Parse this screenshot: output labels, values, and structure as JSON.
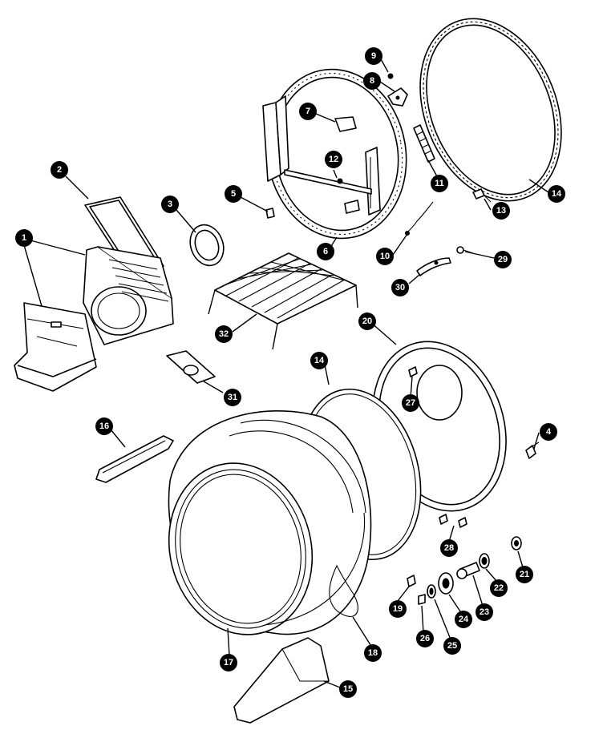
{
  "callouts": [
    {
      "id": "c1",
      "label": "1"
    },
    {
      "id": "c2",
      "label": "2"
    },
    {
      "id": "c3",
      "label": "3"
    },
    {
      "id": "c4",
      "label": "4"
    },
    {
      "id": "c5",
      "label": "5"
    },
    {
      "id": "c6",
      "label": "6"
    },
    {
      "id": "c7",
      "label": "7"
    },
    {
      "id": "c8",
      "label": "8"
    },
    {
      "id": "c9",
      "label": "9"
    },
    {
      "id": "c10",
      "label": "10"
    },
    {
      "id": "c11",
      "label": "11"
    },
    {
      "id": "c12",
      "label": "12"
    },
    {
      "id": "c13",
      "label": "13"
    },
    {
      "id": "c14a",
      "label": "14"
    },
    {
      "id": "c14b",
      "label": "14"
    },
    {
      "id": "c15",
      "label": "15"
    },
    {
      "id": "c16",
      "label": "16"
    },
    {
      "id": "c17",
      "label": "17"
    },
    {
      "id": "c18",
      "label": "18"
    },
    {
      "id": "c19",
      "label": "19"
    },
    {
      "id": "c20",
      "label": "20"
    },
    {
      "id": "c21",
      "label": "21"
    },
    {
      "id": "c22",
      "label": "22"
    },
    {
      "id": "c23",
      "label": "23"
    },
    {
      "id": "c24",
      "label": "24"
    },
    {
      "id": "c25",
      "label": "25"
    },
    {
      "id": "c26",
      "label": "26"
    },
    {
      "id": "c27",
      "label": "27"
    },
    {
      "id": "c28",
      "label": "28"
    },
    {
      "id": "c29",
      "label": "29"
    },
    {
      "id": "c30",
      "label": "30"
    },
    {
      "id": "c31",
      "label": "31"
    },
    {
      "id": "c32",
      "label": "32"
    }
  ]
}
